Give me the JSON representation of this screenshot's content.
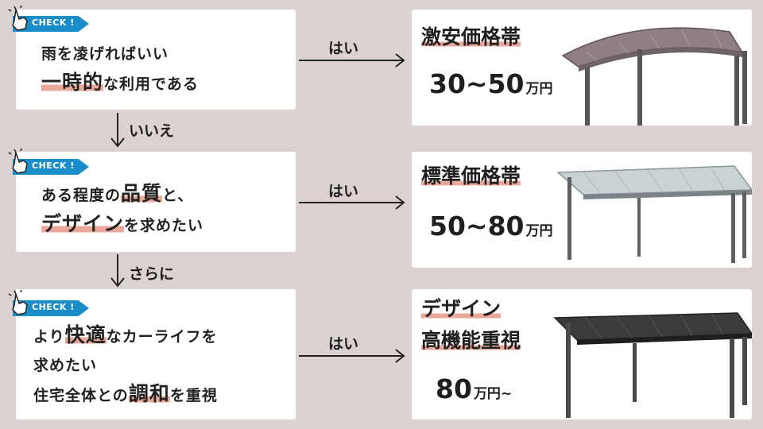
{
  "check_label": "CHECK !",
  "questions": [
    {
      "line1_plain": "雨を凌げればいい",
      "line2_hl": "一時的",
      "line2_plain": "な利用である"
    },
    {
      "line1_plain": "ある程度の",
      "line1_hl": "品質",
      "line1_tail": "と、",
      "line2_hl": "デザイン",
      "line2_plain": "を求めたい"
    },
    {
      "line1_plain": "より",
      "line1_hl": "快適",
      "line1_tail": "なカーライフを",
      "line2_plain": "求めたい",
      "line3_plain": "住宅全体との",
      "line3_hl": "調和",
      "line3_tail": "を重視"
    }
  ],
  "yes_label": "はい",
  "down_labels": [
    "いいえ",
    "さらに"
  ],
  "results": [
    {
      "title": "激安価格帯",
      "price": "30~50",
      "unit": "万円"
    },
    {
      "title": "標準価格帯",
      "price": "50~80",
      "unit": "万円"
    },
    {
      "title_line1": "デザイン",
      "title_line2": "高機能重視",
      "price": "80",
      "unit": "万円~"
    }
  ],
  "colors": {
    "background": "#dcd2d1",
    "badge": "#1b8ec9",
    "highlight": "#e9a89a",
    "roof_brown": "#8f7e82",
    "roof_clear": "#c9d3d6",
    "roof_dark": "#3b3b3b"
  }
}
